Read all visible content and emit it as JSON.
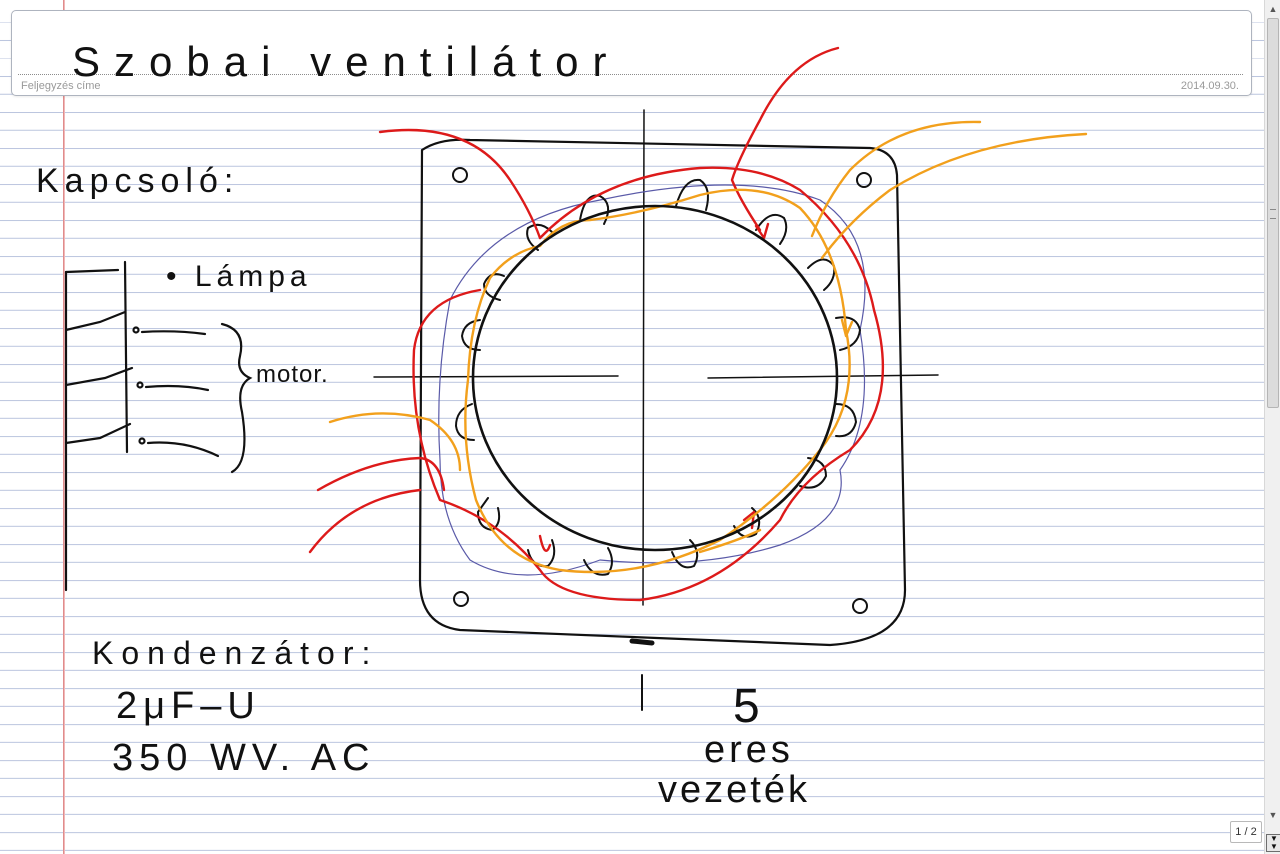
{
  "title_bar": {
    "title_handwritten": "Szobai ventilátor",
    "title_field_label": "Feljegyzés címe",
    "date": "2014.09.30."
  },
  "notes": {
    "switch_heading": "Kapcsoló:",
    "lamp_label": "• Lámpa",
    "motor_label": "motor.",
    "capacitor_heading": "Kondenzátor:",
    "capacitor_value": "2μF–U",
    "capacitor_voltage": "350 WV. AC",
    "wire_count": "5",
    "wire_text_line1": "eres",
    "wire_text_line2": "vezeték"
  },
  "pager": {
    "page_indicator": "1 / 2"
  },
  "colors": {
    "ink": "#111111",
    "red_wire": "#dd1a1a",
    "orange_wire": "#f2a01c",
    "blue_wire": "#5a5aa8",
    "margin_line": "#e08c8c",
    "ruled_line": "#bcc6df"
  },
  "icons": {
    "scroll_up": "scroll-up-icon",
    "scroll_down": "scroll-down-icon",
    "next_page": "next-page-icon"
  }
}
